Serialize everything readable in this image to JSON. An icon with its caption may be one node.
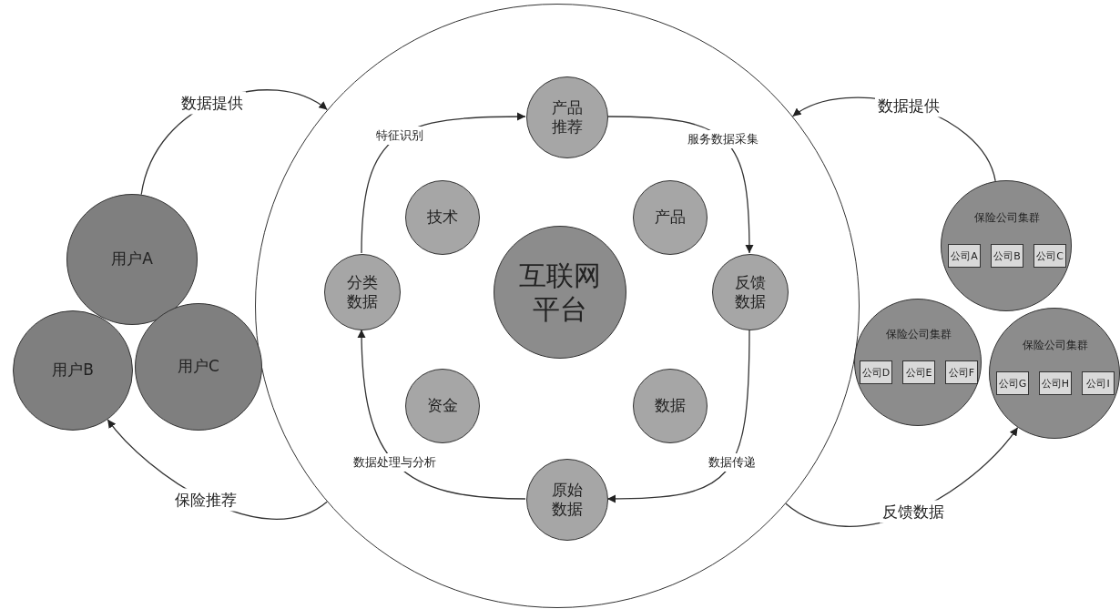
{
  "diagram": {
    "nodes": [
      {
        "text": [],
        "shape": "circle"
      },
      {
        "text": [
          "产品推荐"
        ],
        "in": 0
      },
      {
        "text": [
          "技术"
        ],
        "in": 0
      },
      {
        "text": [
          "产品"
        ],
        "in": 0
      },
      {
        "text": [
          "分类数据"
        ],
        "in": 0
      },
      {
        "text": [
          "互联网平台"
        ],
        "in": 0
      },
      {
        "text": [
          "反馈数据"
        ],
        "in": 0
      },
      {
        "text": [
          "资金"
        ],
        "in": 0
      },
      {
        "text": [
          "数据"
        ],
        "in": 0
      },
      {
        "text": [
          "原始数据"
        ],
        "in": 0
      },
      {
        "text": [
          "用户A"
        ]
      },
      {
        "text": [
          "用户B"
        ]
      },
      {
        "text": [
          "用户C"
        ]
      },
      {
        "text": [
          "保险公司集群"
        ]
      },
      {
        "text": [
          "公司A"
        ],
        "in": 13
      },
      {
        "text": [
          "公司B"
        ],
        "in": 13
      },
      {
        "text": [
          "公司C"
        ],
        "in": 13
      },
      {
        "text": [
          "保险公司集群"
        ]
      },
      {
        "text": [
          "公司D"
        ],
        "in": 17
      },
      {
        "text": [
          "公司E"
        ],
        "in": 17
      },
      {
        "text": [
          "公司F"
        ],
        "in": 17
      },
      {
        "text": [
          "保险公司集群"
        ]
      },
      {
        "text": [
          "公司G"
        ],
        "in": 21
      },
      {
        "text": [
          "公司H"
        ],
        "in": 21
      },
      {
        "text": [
          "公司I"
        ],
        "in": 21
      }
    ],
    "edges": [
      {
        "from": 10,
        "to": 0,
        "arrow": "to",
        "label": "数据提供"
      },
      {
        "from": 0,
        "to": 11,
        "arrow": "to",
        "label": "保险推荐"
      },
      {
        "from": 13,
        "to": 0,
        "arrow": "to",
        "label": "数据提供"
      },
      {
        "from": 0,
        "to": 21,
        "arrow": "to",
        "label": "反馈数据"
      },
      {
        "from": 4,
        "to": 1,
        "arrow": "to",
        "label": "特征识别"
      },
      {
        "from": 1,
        "to": 6,
        "arrow": "to",
        "label": "服务数据采集"
      },
      {
        "from": 6,
        "to": 9,
        "arrow": "to",
        "label": "数据传递"
      },
      {
        "from": 9,
        "to": 4,
        "arrow": "to",
        "label": "数据处理与分析"
      }
    ]
  }
}
